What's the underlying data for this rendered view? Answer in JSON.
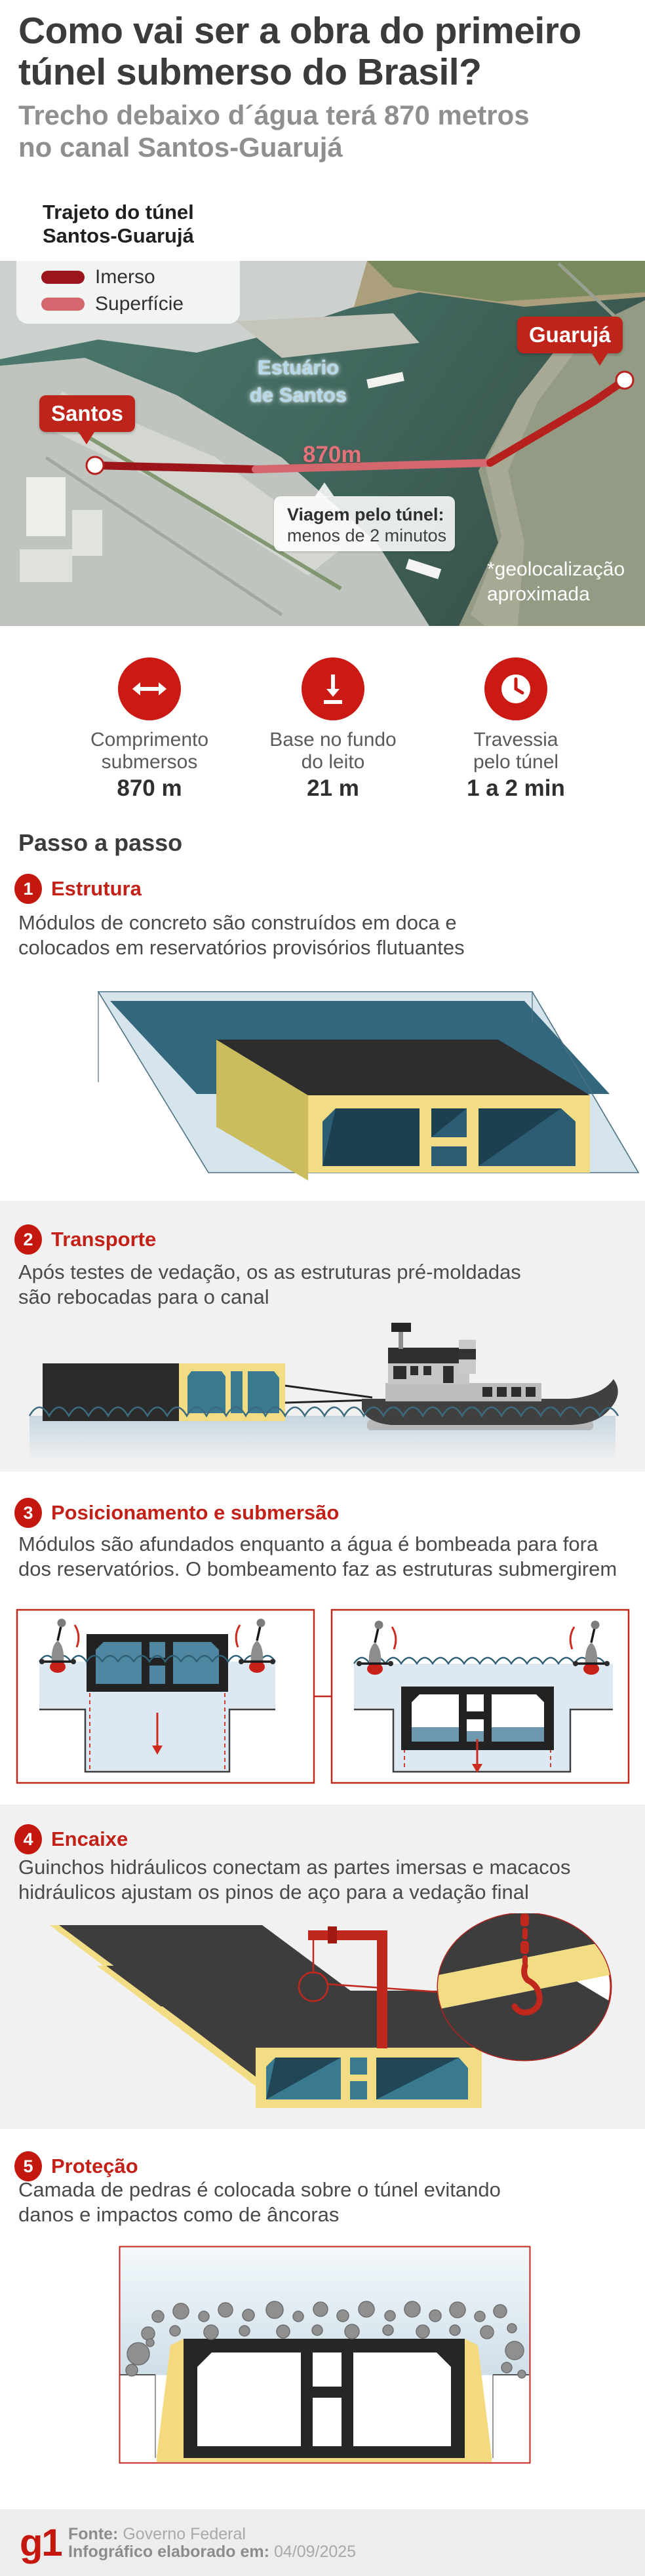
{
  "header": {
    "title": "Como vai ser a obra do primeiro\ntúnel submerso do Brasil?",
    "subtitle": "Trecho debaixo d´água terá 870 metros\nno canal Santos-Guarujá"
  },
  "map": {
    "legend_title": "Trajeto do túnel\nSantos-Guarujá",
    "legend": [
      {
        "label": "Imerso",
        "color": "#9b151a"
      },
      {
        "label": "Superfície",
        "color": "#d4666d"
      }
    ],
    "estuary_label": "Estuário\nde Santos",
    "city_start": "Santos",
    "city_end": "Guarujá",
    "distance_label": "870m",
    "tooltip_title": "Viagem pelo túnel:",
    "tooltip_text": "menos de 2 minutos",
    "disclaimer": "*geolocalização\naproximada"
  },
  "stats": [
    {
      "icon": "arrows-horizontal-icon",
      "label": "Comprimento\nsubmersos",
      "value": "870 m"
    },
    {
      "icon": "arrow-down-icon",
      "label": "Base no fundo\ndo leito",
      "value": "21 m"
    },
    {
      "icon": "clock-icon",
      "label": "Travessia\npelo túnel",
      "value": "1 a 2 min"
    }
  ],
  "steps_heading": "Passo a passo",
  "steps": [
    {
      "num": "1",
      "title": "Estrutura",
      "text": "Módulos de concreto são construídos em doca e\ncolocados em reservatórios provisórios flutuantes"
    },
    {
      "num": "2",
      "title": "Transporte",
      "text": "Após testes de vedação, os as estruturas pré-moldadas\nsão rebocadas para o canal"
    },
    {
      "num": "3",
      "title": "Posicionamento e submersão",
      "text": "Módulos são afundados enquanto a água é bombeada para fora\ndos reservatórios. O bombeamento faz as estruturas submergirem"
    },
    {
      "num": "4",
      "title": "Encaixe",
      "text": "Guinchos hidráulicos conectam as partes imersas e macacos\nhidráulicos ajustam os pinos de aço para a vedação final"
    },
    {
      "num": "5",
      "title": "Proteção",
      "text": "Camada de pedras é colocada sobre o túnel evitando\ndanos e impactos como de âncoras"
    }
  ],
  "footer": {
    "logo": "g1",
    "source_label": "Fonte:",
    "source_value": "Governo Federal",
    "date_label": "Infográfico elaborado em:",
    "date_value": "04/09/2025"
  },
  "colors": {
    "accent_red": "#c4170e",
    "bubble_red": "#bf241a",
    "route_immersed": "#9b151a",
    "route_surface": "#d4666d",
    "module_yellow": "#f2dd84",
    "module_dark": "#2d2d2d",
    "water_teal": "#46746a",
    "section_gray": "#f1f1f1",
    "footer_gray": "#ededed"
  }
}
